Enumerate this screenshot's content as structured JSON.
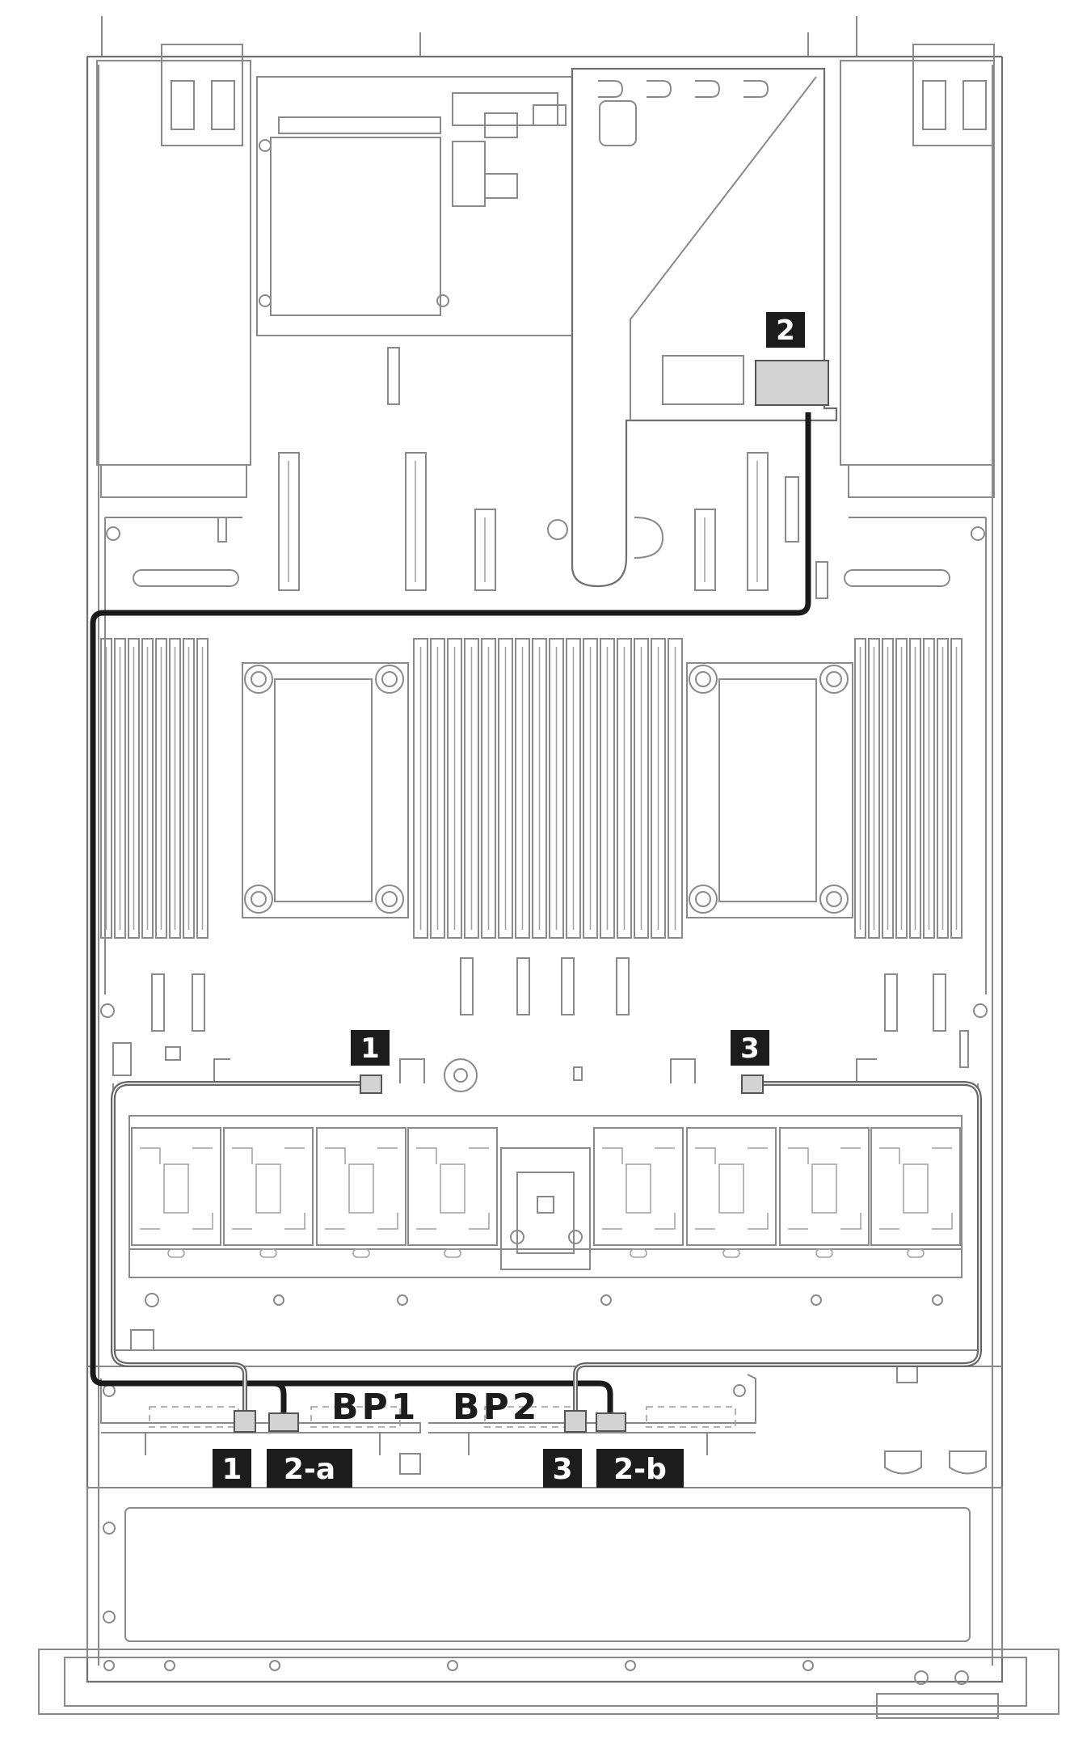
{
  "callouts": {
    "c1_top": "1",
    "c2_top": "2",
    "c3_top": "3",
    "c1_bottom": "1",
    "c2a_bottom": "2-a",
    "c3_bottom": "3",
    "c2b_bottom": "2-b"
  },
  "backplanes": {
    "bp1": "BP1",
    "bp2": "BP2"
  },
  "colors": {
    "cable_riser": "#1a1a1a",
    "cable_onboard": "#666666",
    "callout_bg": "#1c1c1c",
    "connector": "#d3d3d3"
  }
}
